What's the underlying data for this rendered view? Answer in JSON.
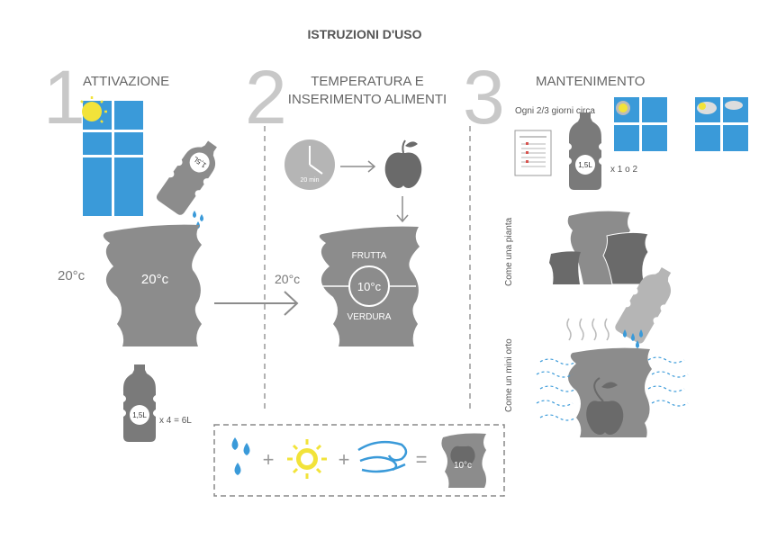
{
  "title": "ISTRUZIONI D'USO",
  "colors": {
    "accent_blue": "#3a9ad9",
    "sun_yellow": "#f2e33a",
    "vase_gray": "#8c8c8c",
    "dark_gray": "#6a6a6a",
    "step_number_gray": "#c8c8c8",
    "text_gray": "#666666"
  },
  "steps": [
    {
      "number": "1",
      "heading": "ATTIVAZIONE",
      "outside_temp": "20°c",
      "vase_temp": "20°c",
      "bottle_top_label": "1,5L",
      "bottle_label": "1,5L",
      "bottle_count": "x 4 = 6L"
    },
    {
      "number": "2",
      "heading_line1": "TEMPERATURA E",
      "heading_line2": "INSERIMENTO ALIMENTI",
      "clock_label": "20 min",
      "outside_temp": "20°c",
      "vase_top_label": "FRUTTA",
      "vase_temp": "10°c",
      "vase_bottom_label": "VERDURA"
    },
    {
      "number": "3",
      "heading": "MANTENIMENTO",
      "frequency": "Ogni 2/3 giorni circa",
      "calendar_icon": "calendar-icon",
      "bottle_label": "1,5L",
      "bottle_count": "x 1 o 2",
      "side_label_plant": "Come una pianta",
      "side_label_garden": "Come un mini orto"
    }
  ],
  "formula": {
    "symbols": [
      "+",
      "+",
      "="
    ],
    "result_temp": "10°c",
    "icons": [
      "water-drops-icon",
      "sun-icon",
      "wind-icon",
      "vase-icon"
    ]
  }
}
